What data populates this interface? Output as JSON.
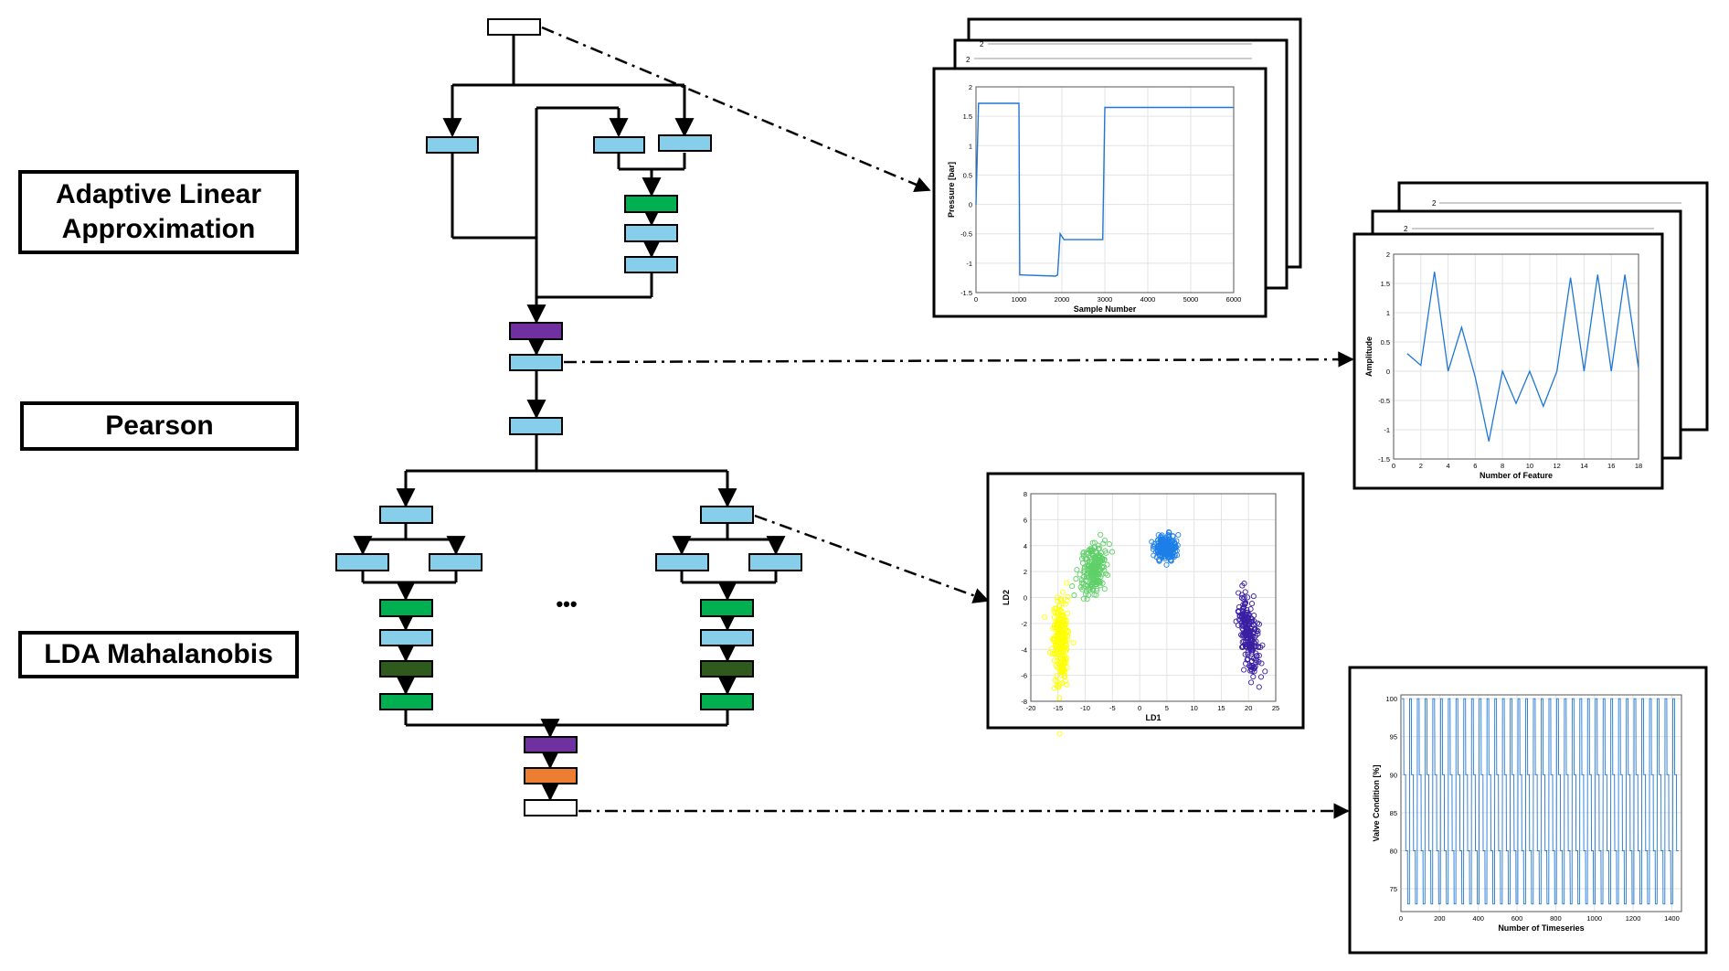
{
  "stages": {
    "ala": "Adaptive Linear\nApproximation",
    "pearson": "Pearson",
    "lda": "LDA Mahalanobis"
  },
  "ellipsis": "•••",
  "colors": {
    "light_blue": "#87CEEB",
    "green": "#00B050",
    "dark_green": "#2E5A1E",
    "purple": "#7030A0",
    "orange": "#ED7D31",
    "white": "#FFFFFF",
    "series_blue": "#1F77D4"
  },
  "charts": {
    "pressure": {
      "stack_labels": [
        "2",
        "2"
      ],
      "ylabel": "Pressure [bar]",
      "xlabel": "Sample Number",
      "xticks": [
        "0",
        "1000",
        "2000",
        "3000",
        "4000",
        "5000",
        "6000"
      ],
      "yticks": [
        "2",
        "1.5",
        "1",
        "0.5",
        "0",
        "-0.5",
        "-1",
        "-1.5"
      ]
    },
    "features": {
      "stack_labels": [
        "2",
        "2"
      ],
      "ylabel": "Amplitude",
      "xlabel": "Number of Feature",
      "xticks": [
        "0",
        "2",
        "4",
        "6",
        "8",
        "10",
        "12",
        "14",
        "16",
        "18"
      ],
      "yticks": [
        "2",
        "1.5",
        "1",
        "0.5",
        "0",
        "-0.5",
        "-1",
        "-1.5"
      ]
    },
    "lda": {
      "ylabel": "LD2",
      "xlabel": "LD1",
      "xticks": [
        "-20",
        "-15",
        "-10",
        "-5",
        "0",
        "5",
        "10",
        "15",
        "20",
        "25"
      ],
      "yticks": [
        "8",
        "6",
        "4",
        "2",
        "0",
        "-2",
        "-4",
        "-6",
        "-8"
      ]
    },
    "valve": {
      "ylabel": "Valve Condition [%]",
      "xlabel": "Number of Timeseries",
      "xticks": [
        "0",
        "200",
        "400",
        "600",
        "800",
        "1000",
        "1200",
        "1400"
      ],
      "yticks": [
        "100",
        "95",
        "90",
        "85",
        "80",
        "75"
      ]
    }
  },
  "chart_data": [
    {
      "type": "line",
      "x": [
        0,
        60,
        80,
        1000,
        1020,
        1050,
        1850,
        1900,
        1960,
        2050,
        2950,
        3000,
        3050,
        6000
      ],
      "y": [
        0,
        1.72,
        1.72,
        1.72,
        -1.2,
        -1.2,
        -1.22,
        -1.2,
        -0.5,
        -0.6,
        -0.6,
        1.65,
        1.65,
        1.65
      ],
      "xlabel": "Sample Number",
      "ylabel": "Pressure [bar]",
      "xlim": [
        0,
        6000
      ],
      "ylim": [
        -1.5,
        2
      ],
      "grid": true
    },
    {
      "type": "line",
      "x": [
        1,
        2,
        3,
        4,
        5,
        6,
        7,
        8,
        9,
        10,
        11,
        12,
        13,
        14,
        15,
        16,
        17,
        18
      ],
      "y": [
        0.3,
        0.1,
        1.7,
        0.0,
        0.75,
        -0.1,
        -1.2,
        0.0,
        -0.55,
        0.0,
        -0.6,
        0.0,
        1.6,
        0.0,
        1.65,
        0.0,
        1.65,
        0.05
      ],
      "xlabel": "Number of Feature",
      "ylabel": "Amplitude",
      "xlim": [
        0,
        18
      ],
      "ylim": [
        -1.5,
        2
      ],
      "grid": true
    },
    {
      "type": "scatter",
      "xlabel": "LD1",
      "ylabel": "LD2",
      "xlim": [
        -20,
        25
      ],
      "ylim": [
        -8,
        8
      ],
      "grid": true,
      "series": [
        {
          "color": "#FFFF00",
          "center": [
            -14.5,
            -3.5
          ],
          "spread": [
            0.7,
            1.6
          ]
        },
        {
          "color": "#5FD068",
          "center": [
            -8.5,
            2.2
          ],
          "spread": [
            1.2,
            0.9
          ]
        },
        {
          "color": "#1E7FE8",
          "center": [
            4.8,
            3.8
          ],
          "spread": [
            0.9,
            0.5
          ]
        },
        {
          "color": "#3A1FA3",
          "center": [
            20,
            -2.8
          ],
          "spread": [
            0.8,
            1.5
          ]
        }
      ]
    },
    {
      "type": "line",
      "xlabel": "Number of Timeseries",
      "ylabel": "Valve Condition [%]",
      "xlim": [
        0,
        1450
      ],
      "ylim": [
        72,
        100.5
      ],
      "levels": [
        100,
        90,
        80,
        73
      ],
      "grid": true
    }
  ]
}
